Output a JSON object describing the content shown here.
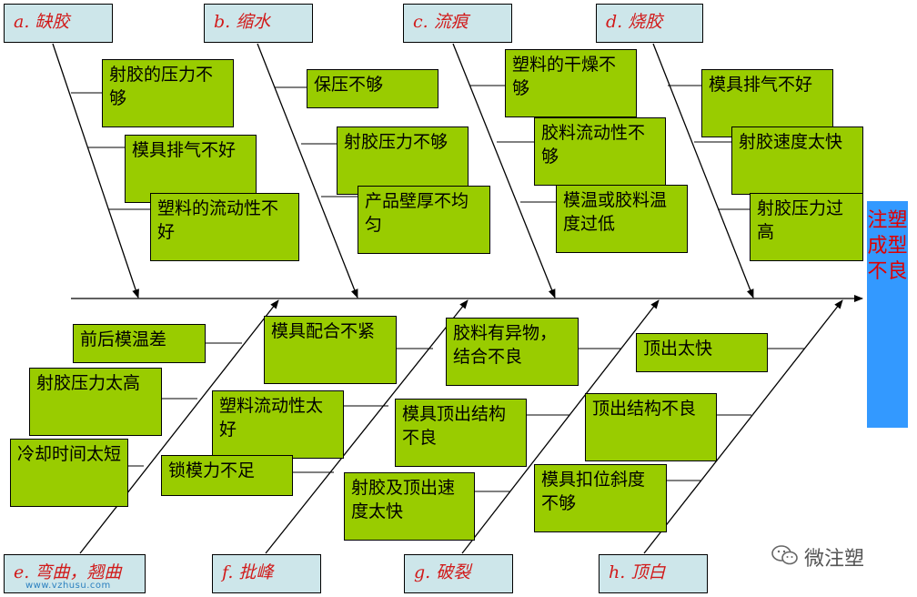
{
  "effect": {
    "label": "注塑成型不良"
  },
  "categories": [
    {
      "id": "a",
      "label": "a. 缺胶",
      "causes": [
        "射胶的压力不够",
        "模具排气不好",
        "塑料的流动性不好"
      ]
    },
    {
      "id": "b",
      "label": "b. 缩水",
      "causes": [
        "保压不够",
        "射胶压力不够",
        "产品壁厚不均匀"
      ]
    },
    {
      "id": "c",
      "label": "c. 流痕",
      "causes": [
        "塑料的干燥不够",
        "胶料流动性不够",
        "模温或胶料温度过低"
      ]
    },
    {
      "id": "d",
      "label": "d. 烧胶",
      "causes": [
        "模具排气不好",
        "射胶速度太快",
        "射胶压力过高"
      ]
    },
    {
      "id": "e",
      "label": "e. 弯曲，翘曲",
      "causes": [
        "前后模温差",
        "射胶压力太高",
        "冷却时间太短"
      ]
    },
    {
      "id": "f",
      "label": "f. 批峰",
      "causes": [
        "模具配合不紧",
        "塑料流动性太好",
        "锁模力不足"
      ]
    },
    {
      "id": "g",
      "label": "g. 破裂",
      "causes": [
        "胶料有异物，结合不良",
        "模具顶出结构不良",
        "射胶及顶出速度太快"
      ]
    },
    {
      "id": "h",
      "label": "h. 顶白",
      "causes": [
        "顶出太快",
        "顶出结构不良",
        "模具扣位斜度不够"
      ]
    }
  ],
  "watermark": {
    "brand": "微注塑",
    "site": "www.vzhusu.com"
  },
  "colors": {
    "cause_fill": "#99cc00",
    "category_fill": "#cde6ea",
    "effect_fill": "#3399ff",
    "category_text": "#d11a1a",
    "effect_text": "#e00000"
  }
}
